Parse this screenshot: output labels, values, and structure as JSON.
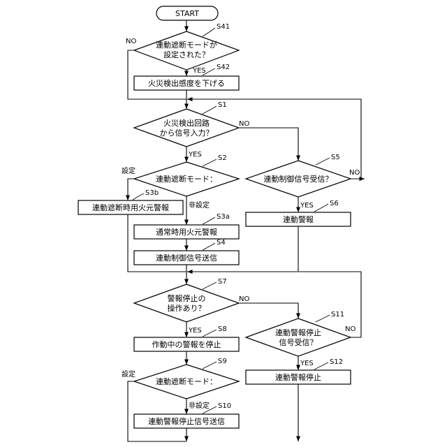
{
  "start": "START",
  "steps": {
    "s41": {
      "id": "S41",
      "line1": "連動遮断モードが",
      "line2": "設定された？"
    },
    "s42": {
      "id": "S42",
      "text": "火災検出感度を下げる"
    },
    "s1": {
      "id": "S1",
      "line1": "火災検出回路",
      "line2": "から信号入力？"
    },
    "s2": {
      "id": "S2",
      "text": "連動遮断モード："
    },
    "s3b": {
      "id": "S3b",
      "text": "連動遮断時用火元警報"
    },
    "s3a": {
      "id": "S3a",
      "text": "通常時用火元警報"
    },
    "s4": {
      "id": "S4",
      "text": "連動制御信号送信"
    },
    "s5": {
      "id": "S5",
      "text": "連動制御信号受信？"
    },
    "s6": {
      "id": "S6",
      "text": "連動警報"
    },
    "s7": {
      "id": "S7",
      "line1": "警報停止の",
      "line2": "操作あり？"
    },
    "s8": {
      "id": "S8",
      "text": "作動中の警報を停止"
    },
    "s11": {
      "id": "S11",
      "line1": "連動警報停止",
      "line2": "信号受信？"
    },
    "s12": {
      "id": "S12",
      "text": "連動警報停止"
    },
    "s9": {
      "id": "S9",
      "text": "連動遮断モード："
    },
    "s10": {
      "id": "S10",
      "text": "連動警報停止信号送信"
    }
  },
  "labels": {
    "s41_no": "NO",
    "s41_yes": "YES",
    "s1_no": "NO",
    "s1_yes": "YES",
    "s2_set": "設定",
    "s2_unset": "非設定",
    "s5_no": "NO",
    "s5_yes": "YES",
    "s7_no": "NO",
    "s7_yes": "YES",
    "s11_no": "NO",
    "s11_yes": "YES",
    "s9_set": "設定",
    "s9_unset": "非設定"
  }
}
